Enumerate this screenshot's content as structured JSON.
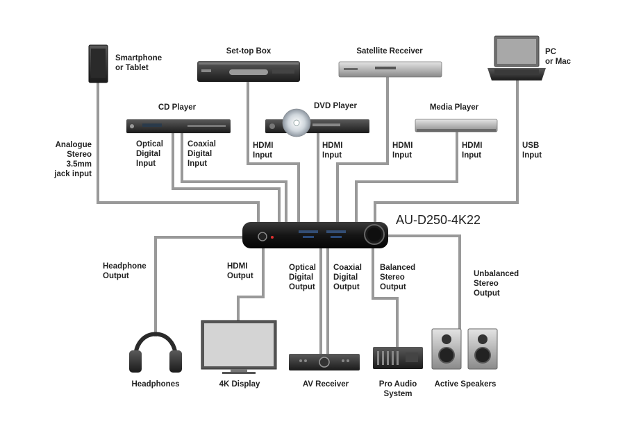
{
  "device": {
    "model": "AU-D250-4K22"
  },
  "sources": {
    "smartphone": "Smartphone\nor Tablet",
    "settop": "Set-top Box",
    "satellite": "Satellite Receiver",
    "pc": "PC\nor Mac",
    "cd": "CD Player",
    "dvd": "DVD Player",
    "media": "Media Player"
  },
  "input_labels": {
    "analogue": "Analogue\nStereo\n3.5mm\njack input",
    "optical": "Optical\nDigital\nInput",
    "coaxial": "Coaxial\nDigital\nInput",
    "hdmi1": "HDMI\nInput",
    "hdmi2": "HDMI\nInput",
    "hdmi3": "HDMI\nInput",
    "hdmi4": "HDMI\nInput",
    "usb": "USB\nInput"
  },
  "output_labels": {
    "headphone": "Headphone\nOutput",
    "hdmi": "HDMI\nOutput",
    "optical": "Optical\nDigital\nOutput",
    "coaxial": "Coaxial\nDigital\nOutput",
    "balanced": "Balanced\nStereo\nOutput",
    "unbalanced": "Unbalanced\nStereo\nOutput"
  },
  "destinations": {
    "headphones": "Headphones",
    "display": "4K Display",
    "avr": "AV Receiver",
    "proaudio": "Pro Audio\nSystem",
    "speakers": "Active Speakers"
  },
  "colors": {
    "cable": "#999999",
    "device": "#1b1b1b"
  }
}
